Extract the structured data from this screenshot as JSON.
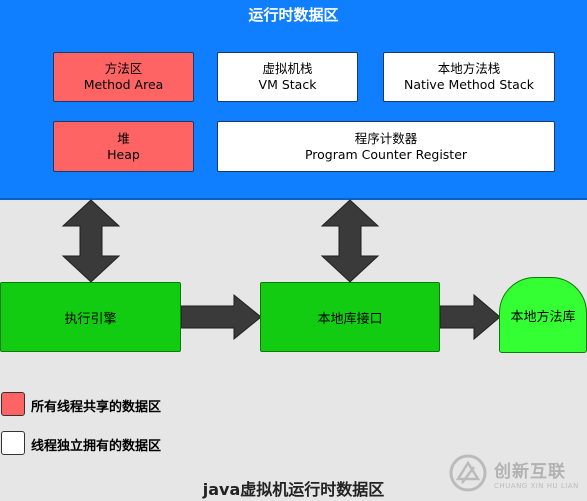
{
  "runtime_area": {
    "title": "运行时数据区",
    "method_area": {
      "cn": "方法区",
      "en": "Method Area"
    },
    "vm_stack": {
      "cn": "虚拟机栈",
      "en": "VM Stack"
    },
    "native_method_stack": {
      "cn": "本地方法栈",
      "en": "Native Method Stack"
    },
    "heap": {
      "cn": "堆",
      "en": "Heap"
    },
    "program_counter": {
      "cn": "程序计数器",
      "en": "Program Counter Register"
    }
  },
  "flow": {
    "execution_engine": "执行引擎",
    "native_interface": "本地库接口",
    "native_library": "本地方法库"
  },
  "legend": {
    "shared_label": "所有线程共享的数据区",
    "private_label": "线程独立拥有的数据区"
  },
  "caption": "java虚拟机运行时数据区",
  "watermark": {
    "cn": "创新互联",
    "en": "CHUANG XIN HU LIAN"
  },
  "colors": {
    "runtime_bg": "#0f7fff",
    "shared_area": "#ff6464",
    "private_area": "#ffffff",
    "flow_box": "#11cc11",
    "library_box": "#33ff33",
    "arrow": "#3a3a3a"
  }
}
